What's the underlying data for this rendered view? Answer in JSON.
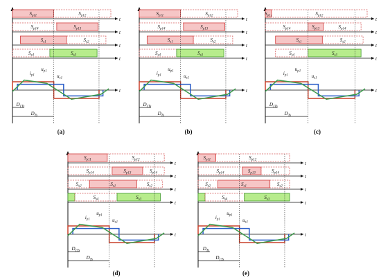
{
  "panels": [
    {
      "id": "a",
      "caption": "(a)",
      "rows": [
        {
          "bars": [
            {
              "label": "Sp11",
              "color": "pink"
            },
            {
              "label": "Sp12",
              "color": "dashed"
            }
          ]
        },
        {
          "bars": [
            {
              "label": "Sp14",
              "color": "dashed"
            },
            {
              "label": "Sp13",
              "color": "pink"
            }
          ]
        },
        {
          "bars": [
            {
              "label": "Ss1",
              "color": "pink"
            },
            {
              "label": "Ss2",
              "color": "dashed"
            }
          ]
        },
        {
          "bars": [
            {
              "label": "Ss4",
              "color": "dashed"
            },
            {
              "label": "Ss3",
              "color": "green"
            }
          ]
        }
      ],
      "labels": {
        "i": "ip1",
        "u": "up1",
        "us": "us1",
        "d1": "D1Ts",
        "d": "DTs",
        "t": "t"
      }
    },
    {
      "id": "b",
      "caption": "(b)",
      "rows": [
        {
          "bars": [
            {
              "label": "Sp11",
              "color": "pink"
            },
            {
              "label": "Sp12",
              "color": "dashed"
            }
          ]
        },
        {
          "bars": [
            {
              "label": "Sp14",
              "color": "dashed"
            },
            {
              "label": "Sp13",
              "color": "pink"
            }
          ]
        },
        {
          "bars": [
            {
              "label": "Ss1",
              "color": "pink"
            },
            {
              "label": "Ss2",
              "color": "dashed"
            }
          ]
        },
        {
          "bars": [
            {
              "label": "Ss4",
              "color": "dashed"
            },
            {
              "label": "Ss3",
              "color": "green"
            }
          ]
        }
      ],
      "labels": {
        "i": "ip1",
        "u": "up1",
        "us": "us1",
        "d1": "D1Ts",
        "d": "DTs",
        "t": "t"
      }
    },
    {
      "id": "c",
      "caption": "(c)",
      "rows": [
        {
          "bars": [
            {
              "label": "Sp11",
              "color": "pink"
            },
            {
              "label": "Sp12",
              "color": "dashed"
            }
          ]
        },
        {
          "bars": [
            {
              "label": "Sp14",
              "color": "dashed"
            },
            {
              "label": "Sp13",
              "color": "pink"
            },
            {
              "label": "Sp14",
              "color": "dashed"
            }
          ]
        },
        {
          "bars": [
            {
              "label": "Ss1",
              "color": "pink"
            },
            {
              "label": "Ss2",
              "color": "dashed"
            }
          ]
        },
        {
          "bars": [
            {
              "label": "Ss4",
              "color": "dashed"
            },
            {
              "label": "Ss3",
              "color": "green"
            }
          ]
        }
      ],
      "labels": {
        "i": "ip1",
        "u": "up1",
        "us": "us1",
        "d1": "D1Ts",
        "d": "DTs",
        "t": "t"
      }
    },
    {
      "id": "d",
      "caption": "(d)",
      "rows": [
        {
          "bars": [
            {
              "label": "Sp11",
              "color": "pink"
            },
            {
              "label": "Sp12",
              "color": "dashed"
            }
          ]
        },
        {
          "bars": [
            {
              "label": "Sp14",
              "color": "dashed"
            },
            {
              "label": "Sp13",
              "color": "pink"
            },
            {
              "label": "Sp14",
              "color": "dashed"
            }
          ]
        },
        {
          "bars": [
            {
              "label": "Ss2",
              "color": "dashed"
            },
            {
              "label": "Ss1",
              "color": "pink"
            },
            {
              "label": "Ss2",
              "color": "dashed"
            }
          ]
        },
        {
          "bars": [
            {
              "label": "",
              "color": "green"
            },
            {
              "label": "Ss4",
              "color": "dashed"
            },
            {
              "label": "Ss3",
              "color": "green"
            }
          ]
        }
      ],
      "labels": {
        "i": "ip1",
        "u": "up1",
        "us": "us1",
        "d1": "D1Ts",
        "d": "DTs",
        "t": "t"
      }
    },
    {
      "id": "e",
      "caption": "(e)",
      "rows": [
        {
          "bars": [
            {
              "label": "Sp11",
              "color": "pink"
            },
            {
              "label": "Sp12",
              "color": "dashed"
            }
          ]
        },
        {
          "bars": [
            {
              "label": "Sp14",
              "color": "dashed"
            },
            {
              "label": "Sp13",
              "color": "pink"
            },
            {
              "label": "Sp14",
              "color": "dashed"
            }
          ]
        },
        {
          "bars": [
            {
              "label": "Ss2",
              "color": "dashed"
            },
            {
              "label": "Ss1",
              "color": "pink"
            },
            {
              "label": "Ss2",
              "color": "dashed"
            }
          ]
        },
        {
          "bars": [
            {
              "label": "",
              "color": "green"
            },
            {
              "label": "Ss4",
              "color": "dashed"
            },
            {
              "label": "Ss3",
              "color": "green"
            }
          ]
        }
      ],
      "labels": {
        "i": "ip1",
        "u": "up1",
        "us": "us1",
        "d1": "DTs",
        "d": "D1Ts",
        "t": "t"
      }
    }
  ],
  "colors": {
    "pink": "#f6c6c6",
    "pink_border": "#d23a3a",
    "green": "#b7ec8c",
    "green_border": "#3f9a2a",
    "dashed_border": "#d65a5a",
    "wave_red": "#c8412b",
    "wave_blue": "#2a5cc8",
    "wave_green": "#3d9a4c",
    "axis": "#111111"
  }
}
